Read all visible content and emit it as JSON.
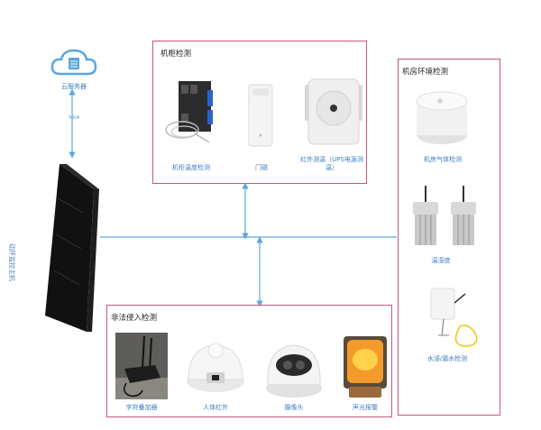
{
  "cloud": {
    "label": "云服务器",
    "link_label": "TCP/IP"
  },
  "host": {
    "label": "动环监控主机"
  },
  "cabinet_panel": {
    "title": "机柜检测",
    "items": [
      {
        "label": "机柜温度检测",
        "icon": "temp-sensor-board-icon"
      },
      {
        "label": "门磁",
        "icon": "door-magnet-icon"
      },
      {
        "label": "红外测温（UPS电源测温）",
        "icon": "infrared-thermometer-icon"
      }
    ]
  },
  "intrusion_panel": {
    "title": "非法侵入检测",
    "items": [
      {
        "label": "字符叠加器",
        "icon": "char-overlay-device-icon"
      },
      {
        "label": "人体红外",
        "icon": "pir-sensor-icon"
      },
      {
        "label": "摄像头",
        "icon": "dome-camera-icon"
      },
      {
        "label": "声光报警",
        "icon": "strobe-alarm-icon"
      }
    ]
  },
  "room_panel": {
    "title": "机房环境检测",
    "items": [
      {
        "label": "机房气体检测",
        "icon": "gas-detector-icon"
      },
      {
        "label": "温湿度",
        "icon": "temp-humidity-sensor-icon"
      },
      {
        "label": "水浸/漏水检测",
        "icon": "water-leak-sensor-icon"
      }
    ]
  },
  "colors": {
    "border": "#c9557f",
    "line": "#5aa6de",
    "label": "#3d7ec4"
  }
}
